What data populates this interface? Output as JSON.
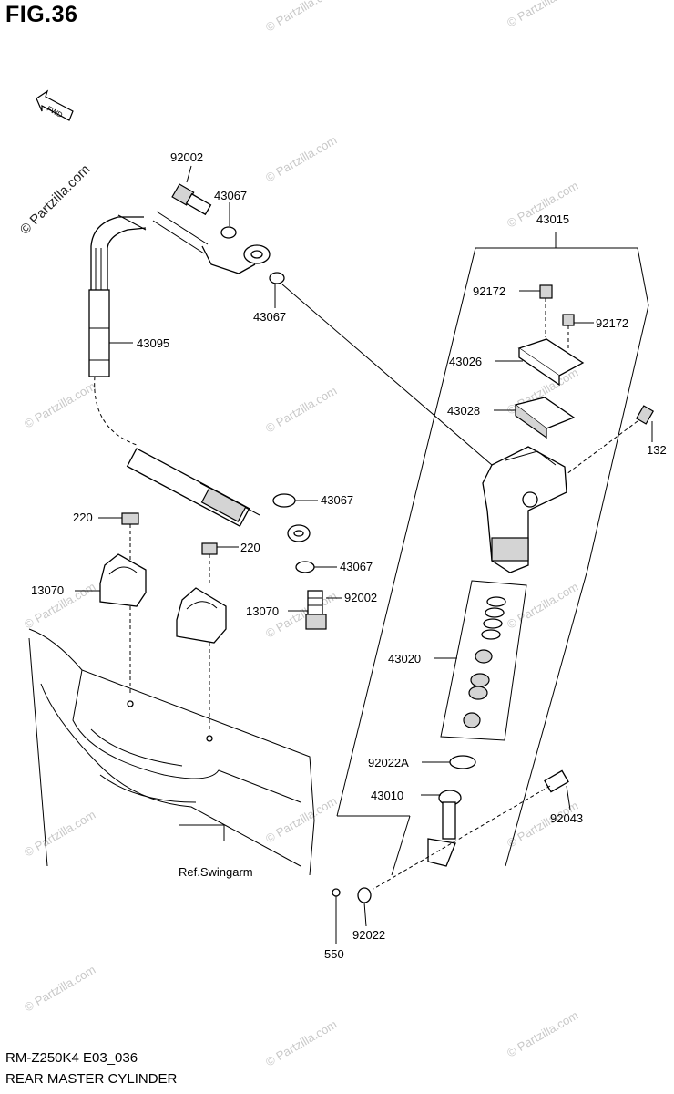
{
  "figure": {
    "title": "FIG.36",
    "model_code": "RM-Z250K4 E03_036",
    "name": "REAR MASTER CYLINDER",
    "fwd_label": "FWD"
  },
  "watermark": {
    "main": "© Partzilla.com",
    "repeat": "© Partzilla.com"
  },
  "parts": {
    "p92002_top": "92002",
    "p43067_a": "43067",
    "p43067_b": "43067",
    "p43095": "43095",
    "p43015": "43015",
    "p92172_a": "92172",
    "p92172_b": "92172",
    "p43026": "43026",
    "p43028": "43028",
    "p132": "132",
    "p43067_c": "43067",
    "p220_a": "220",
    "p220_b": "220",
    "p43067_d": "43067",
    "p13070_a": "13070",
    "p92002_b": "92002",
    "p13070_b": "13070",
    "p43020": "43020",
    "p92022A": "92022A",
    "p43010": "43010",
    "p92043": "92043",
    "ref_swingarm": "Ref.Swingarm",
    "p550": "550",
    "p92022": "92022"
  }
}
